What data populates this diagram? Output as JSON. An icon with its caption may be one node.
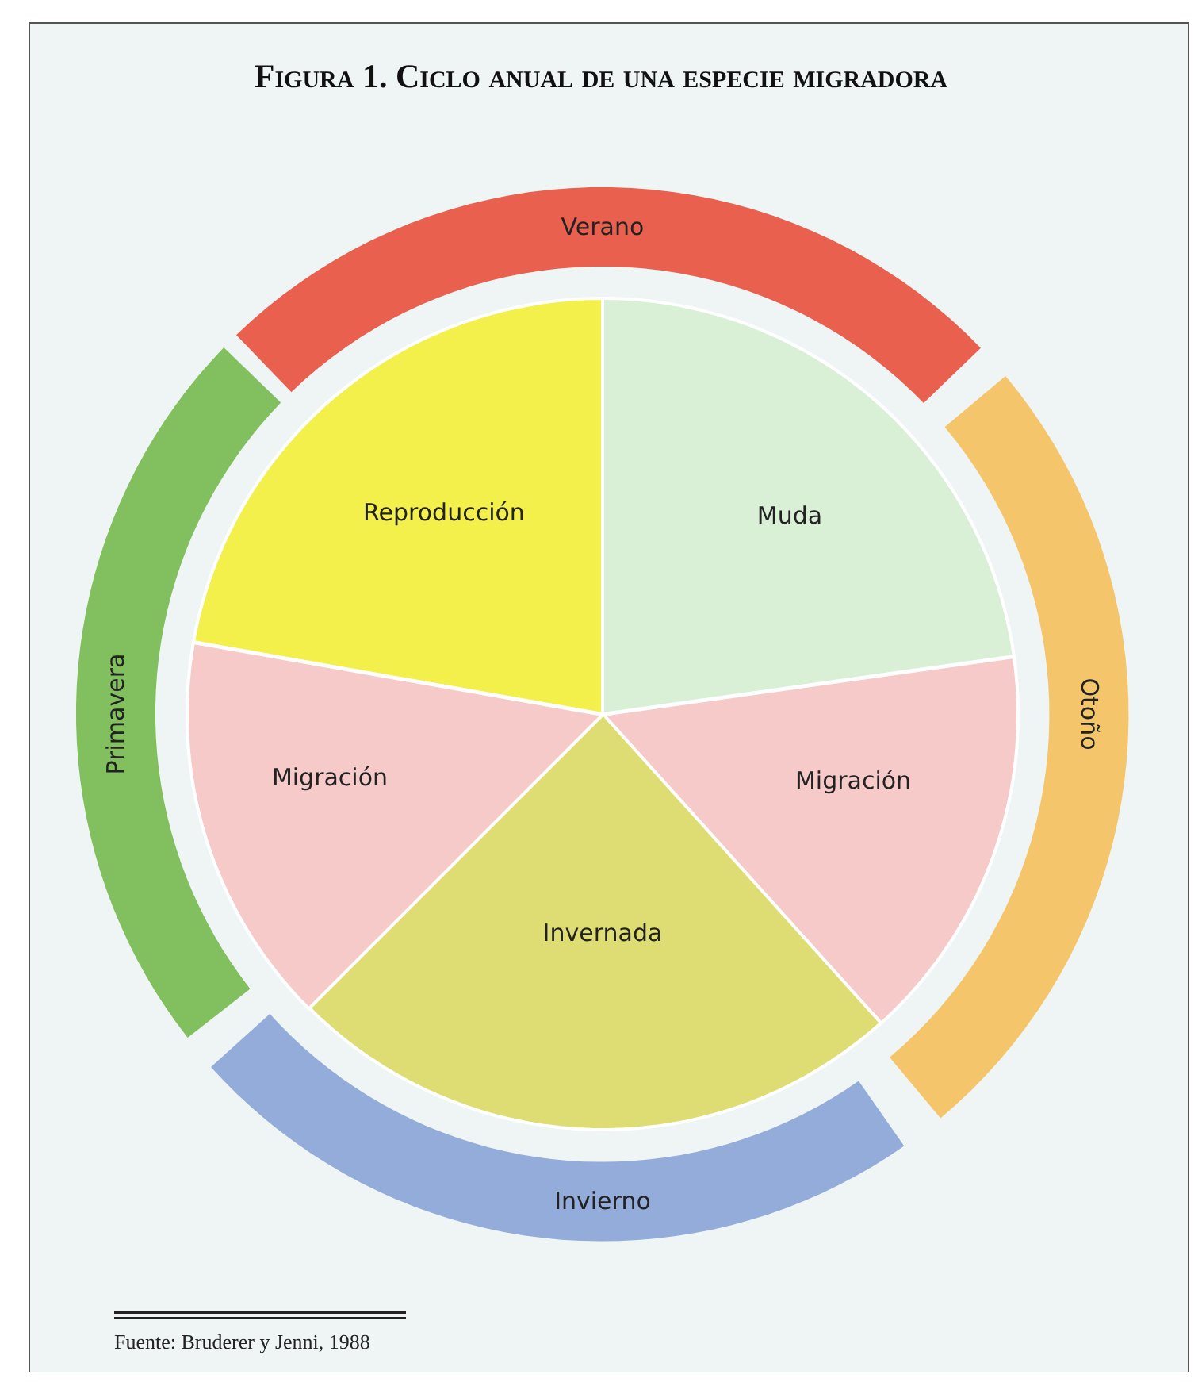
{
  "diagram": {
    "title": "Figura 1. Ciclo anual de una especie migradora",
    "caption": "Fuente: Bruderer y Jenni, 1988",
    "nodes": [
      {
        "text": [
          "Verano"
        ]
      },
      {
        "text": [
          "Otoño"
        ]
      },
      {
        "text": [
          "Invierno"
        ]
      },
      {
        "text": [
          "Primavera"
        ]
      },
      {
        "text": [
          "Reproducción"
        ]
      },
      {
        "text": [
          "Muda"
        ]
      },
      {
        "text": [
          "Migración"
        ]
      },
      {
        "text": [
          "Invernada"
        ]
      },
      {
        "text": [
          "Migración"
        ]
      }
    ],
    "edges": []
  }
}
